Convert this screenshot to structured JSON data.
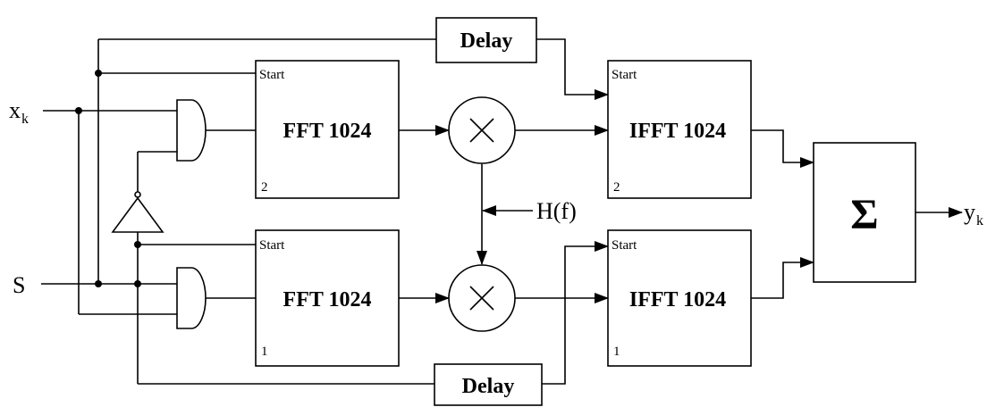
{
  "diagram": {
    "inputs": {
      "x": "x",
      "x_sub": "k",
      "s": "S"
    },
    "output": {
      "y": "y",
      "y_sub": "k"
    },
    "filter": {
      "label": "H(f)"
    },
    "fft_top": {
      "title": "FFT 1024",
      "start": "Start",
      "index": "2"
    },
    "fft_bottom": {
      "title": "FFT 1024",
      "start": "Start",
      "index": "1"
    },
    "ifft_top": {
      "title": "IFFT 1024",
      "start": "Start",
      "index": "2"
    },
    "ifft_bottom": {
      "title": "IFFT 1024",
      "start": "Start",
      "index": "1"
    },
    "delay_top": {
      "label": "Delay"
    },
    "delay_bottom": {
      "label": "Delay"
    },
    "sum": {
      "symbol": "Σ"
    }
  }
}
